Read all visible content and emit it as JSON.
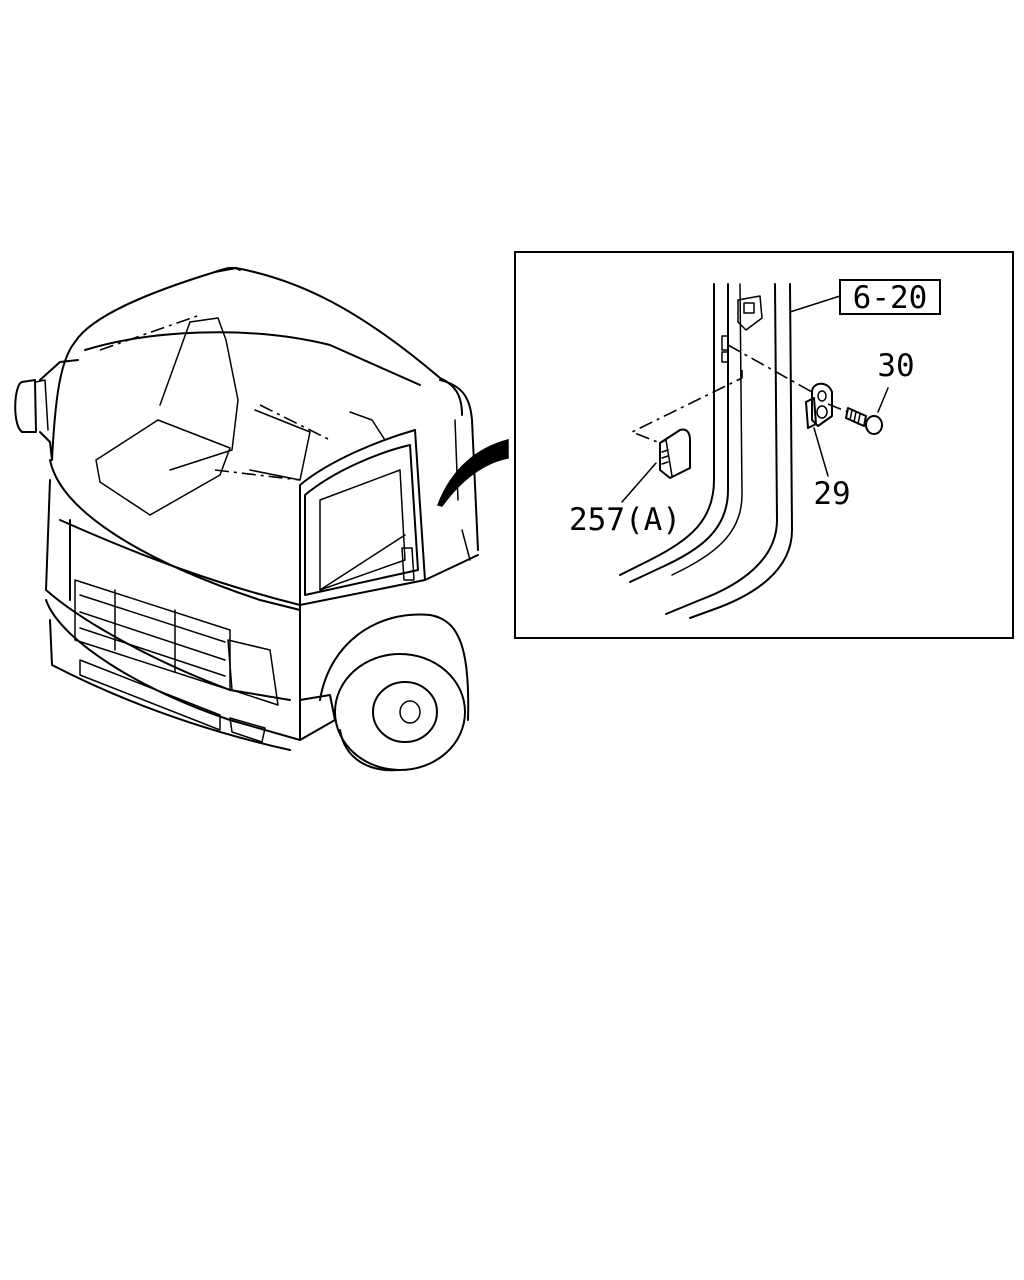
{
  "callouts": {
    "ref": "6-20",
    "bolt": "30",
    "bracket": "29",
    "pad": "257(A)"
  },
  "colors": {
    "ink": "#000000",
    "paper": "#ffffff"
  }
}
